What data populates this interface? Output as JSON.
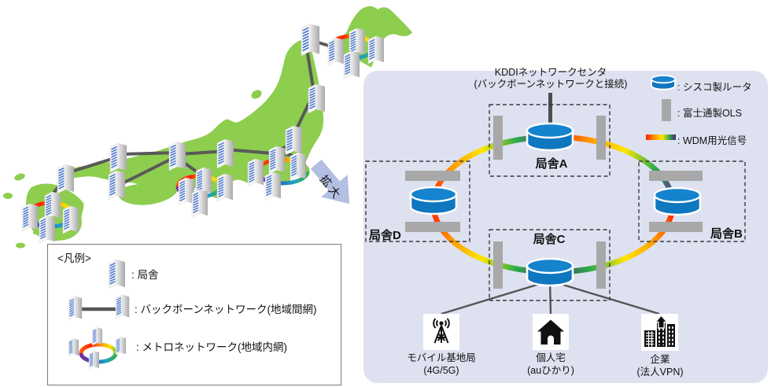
{
  "map": {
    "legend": {
      "title": "<凡例>",
      "items": [
        {
          "icon": "building-icon",
          "label": ": 局舎"
        },
        {
          "icon": "backbone-link-icon",
          "label": ": バックボーンネットワーク(地域間網)"
        },
        {
          "icon": "metro-ring-icon",
          "label": ": メトロネットワーク(地域内網)"
        }
      ]
    },
    "expand_arrow_label": "拡大"
  },
  "diagram": {
    "title_line1": "KDDIネットワークセンタ",
    "title_line2": "(バックボーンネットワークと接続)",
    "legend": [
      {
        "icon": "cisco-router-icon",
        "label": ": シスコ製ルータ"
      },
      {
        "icon": "fujitsu-ols-icon",
        "label": ": 富士通製OLS"
      },
      {
        "icon": "wdm-signal-icon",
        "label": ": WDM用光信号"
      }
    ],
    "sites": [
      {
        "label": "局舎A"
      },
      {
        "label": "局舎B"
      },
      {
        "label": "局舎C"
      },
      {
        "label": "局舎D"
      }
    ],
    "endpoints": [
      {
        "icon": "mobile-base-station-icon",
        "line1": "モバイル基地局",
        "line2": "(4G/5G)"
      },
      {
        "icon": "home-icon",
        "line1": "個人宅",
        "line2": "(auひかり)"
      },
      {
        "icon": "office-building-icon",
        "line1": "企業",
        "line2": "(法人VPN)"
      }
    ]
  },
  "colors": {
    "panel_bg": "#dee1f0",
    "map_green": "#8dce4e",
    "backbone_gray": "#595959",
    "router_blue": "#0f76c0",
    "ols_gray": "#a8a8a8",
    "expand_arrow": "#b3bfe2",
    "wdm_red": "#ff1e00",
    "wdm_orange": "#ff9c00",
    "wdm_yellow": "#ffe600",
    "wdm_green": "#2fae49",
    "wdm_purple": "#5b2d90"
  }
}
